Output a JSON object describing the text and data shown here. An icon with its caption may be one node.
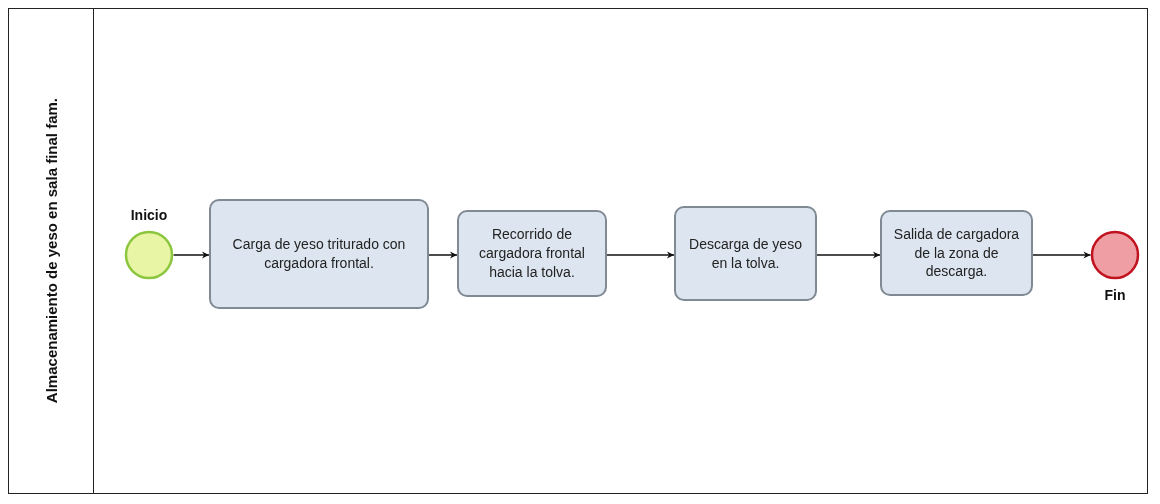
{
  "diagram": {
    "nodes": [
      {
        "text": [
          "Almacenamiento de yeso en sala final fam."
        ]
      },
      {
        "text": [
          "Inicio"
        ],
        "in": 0
      },
      {
        "text": [
          "Carga de yeso triturado con cargadora frontal."
        ],
        "in": 0
      },
      {
        "text": [
          "Recorrido de cargadora frontal hacia la tolva."
        ],
        "in": 0
      },
      {
        "text": [
          "Descarga de yeso en la tolva."
        ],
        "in": 0
      },
      {
        "text": [
          "Salida de cargadora de la zona de descarga."
        ],
        "in": 0
      },
      {
        "text": [
          "Fin"
        ],
        "in": 0
      }
    ],
    "edges": [
      {
        "from": 1,
        "to": 2,
        "arrow": "to"
      },
      {
        "from": 2,
        "to": 3,
        "arrow": "to"
      },
      {
        "from": 3,
        "to": 4,
        "arrow": "to"
      },
      {
        "from": 4,
        "to": 5,
        "arrow": "to"
      },
      {
        "from": 5,
        "to": 6,
        "arrow": "to"
      }
    ]
  }
}
